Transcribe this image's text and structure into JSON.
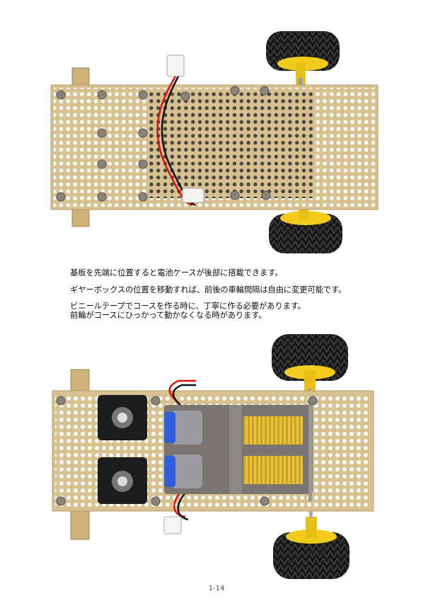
{
  "captions": [
    "基板を先端に位置すると電池ケースが後部に搭載できます。",
    "ギヤーボックスの位置を移動すれば、前後の車輪間隔は自由に変更可能です。",
    "ビニールテープでコースを作る時に、丁寧に作る必要があります。",
    "前輪がコースにひっかって動かなくなる時があります。"
  ],
  "page_number": "1-14",
  "colors": {
    "board": "#d8c190",
    "board_edge": "#b89e68",
    "tire": "#151515",
    "hub": "#f2cc1c",
    "gearbox": "#7a7472",
    "motor_blue": "#2f5fd6",
    "gear": "#e8c43c"
  }
}
